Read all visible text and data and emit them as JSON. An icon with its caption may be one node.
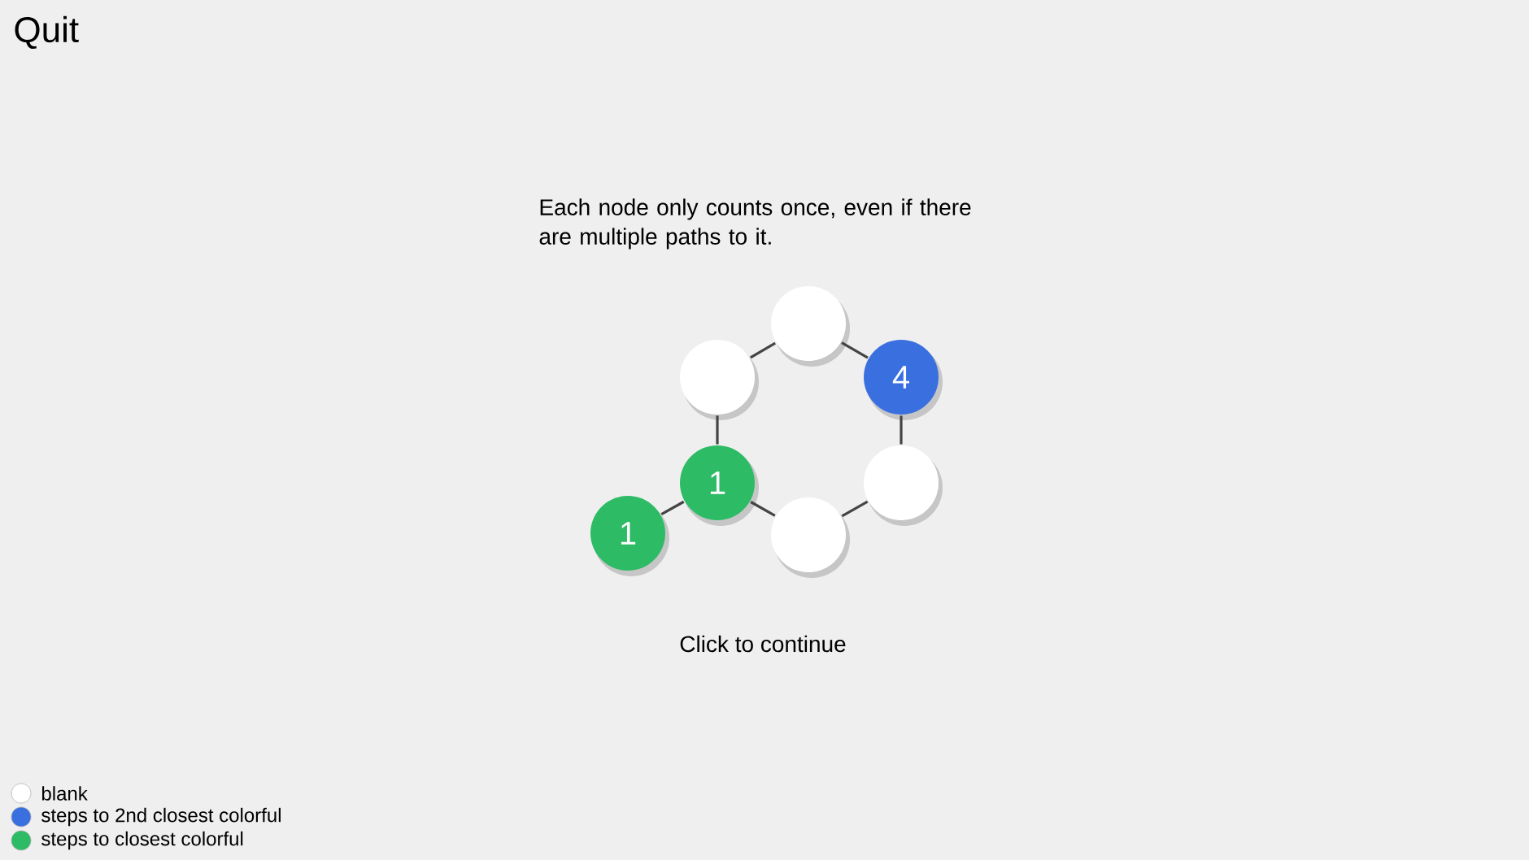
{
  "diagram": {
    "nodes": [
      {
        "text": [],
        "shape": "circle"
      },
      {
        "text": [],
        "shape": "circle"
      },
      {
        "text": [
          "4"
        ]
      },
      {
        "text": [],
        "shape": "circle"
      },
      {
        "text": [
          "1"
        ]
      },
      {
        "text": [
          "1"
        ]
      },
      {
        "text": [],
        "shape": "circle"
      }
    ],
    "edges": [
      {
        "from": 1,
        "to": 0,
        "arrow": "none"
      },
      {
        "from": 0,
        "to": 2,
        "arrow": "none"
      },
      {
        "from": 2,
        "to": 3,
        "arrow": "none"
      },
      {
        "from": 3,
        "to": 6,
        "arrow": "none"
      },
      {
        "from": 6,
        "to": 4,
        "arrow": "none"
      },
      {
        "from": 4,
        "to": 1,
        "arrow": "none"
      },
      {
        "from": 5,
        "to": 4,
        "arrow": "none"
      }
    ],
    "labels": [
      "Quit",
      "Each node only counts once, even if there are multiple paths to it.",
      "Click to continue"
    ],
    "legend": [
      {
        "text": "blank",
        "color": "#ffffff"
      },
      {
        "text": "steps to 2nd closest colorful",
        "color": "#3a6fe0"
      },
      {
        "text": "steps to closest colorful",
        "color": "#2dbb66"
      }
    ]
  }
}
